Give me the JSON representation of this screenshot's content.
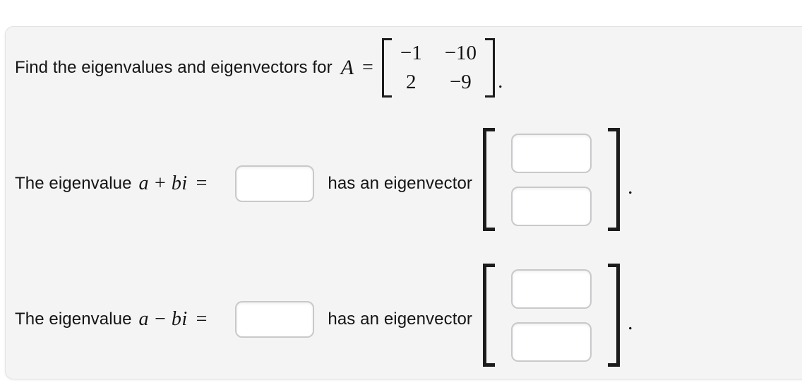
{
  "colors": {
    "page_background": "#ffffff",
    "panel_background": "#f4f4f5",
    "text": "#141414",
    "input_border": "#c9c9cb",
    "bracket": "#1c1c1c"
  },
  "problem": {
    "statement_prefix": "Find the eigenvalues and eigenvectors for",
    "matrix_name": "A",
    "equals_sign": "=",
    "matrix_rows": [
      [
        "−1",
        "−10"
      ],
      [
        "2",
        "−9"
      ]
    ],
    "end_punctuation": "."
  },
  "answers": [
    {
      "prefix": "The eigenvalue",
      "var_real": "a",
      "operator": "+",
      "var_imag": "bi",
      "equals_sign": "=",
      "eigenvalue_input": {
        "value": "",
        "placeholder": ""
      },
      "middle_text": "has an eigenvector",
      "vector_inputs": [
        {
          "value": "",
          "placeholder": ""
        },
        {
          "value": "",
          "placeholder": ""
        }
      ],
      "end_punctuation": "."
    },
    {
      "prefix": "The eigenvalue",
      "var_real": "a",
      "operator": "−",
      "var_imag": "bi",
      "equals_sign": "=",
      "eigenvalue_input": {
        "value": "",
        "placeholder": ""
      },
      "middle_text": "has an eigenvector",
      "vector_inputs": [
        {
          "value": "",
          "placeholder": ""
        },
        {
          "value": "",
          "placeholder": ""
        }
      ],
      "end_punctuation": "."
    }
  ]
}
